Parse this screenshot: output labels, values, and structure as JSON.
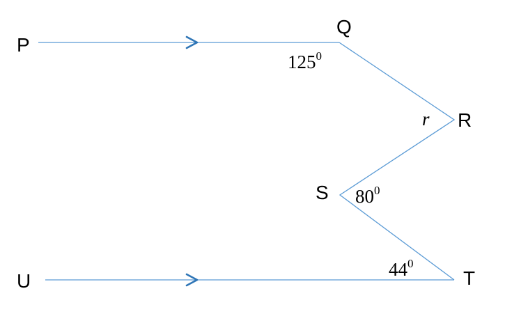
{
  "colors": {
    "line": "#5B9BD5",
    "arrow": "#2E75B6",
    "text": "#000000"
  },
  "points": {
    "P": "P",
    "Q": "Q",
    "R": "R",
    "S": "S",
    "T": "T",
    "U": "U"
  },
  "angles": {
    "q": {
      "value": "125",
      "degree": "0"
    },
    "r": {
      "value": "r"
    },
    "s": {
      "value": "80",
      "degree": "0"
    },
    "t": {
      "value": "44",
      "degree": "0"
    }
  }
}
